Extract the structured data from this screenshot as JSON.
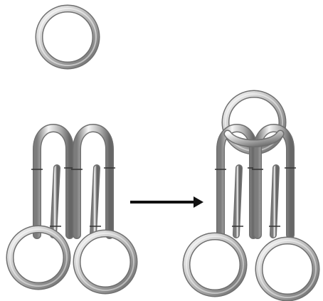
{
  "scene": {
    "background": "#ffffff",
    "metal_light": "#f4f4f4",
    "metal_mid": "#b9b9b9",
    "metal_dark": "#6e6e6e",
    "arrow_color": "#111111"
  },
  "before": {
    "loose_ring": "ring",
    "carabiners": [
      "carabiner",
      "carabiner"
    ],
    "bottom_rings": [
      "ring",
      "ring"
    ]
  },
  "transition": {
    "icon": "right-arrow-icon"
  },
  "after": {
    "top_ring": "ring",
    "carabiners": [
      "carabiner",
      "carabiner"
    ],
    "bottom_rings": [
      "ring",
      "ring"
    ]
  }
}
